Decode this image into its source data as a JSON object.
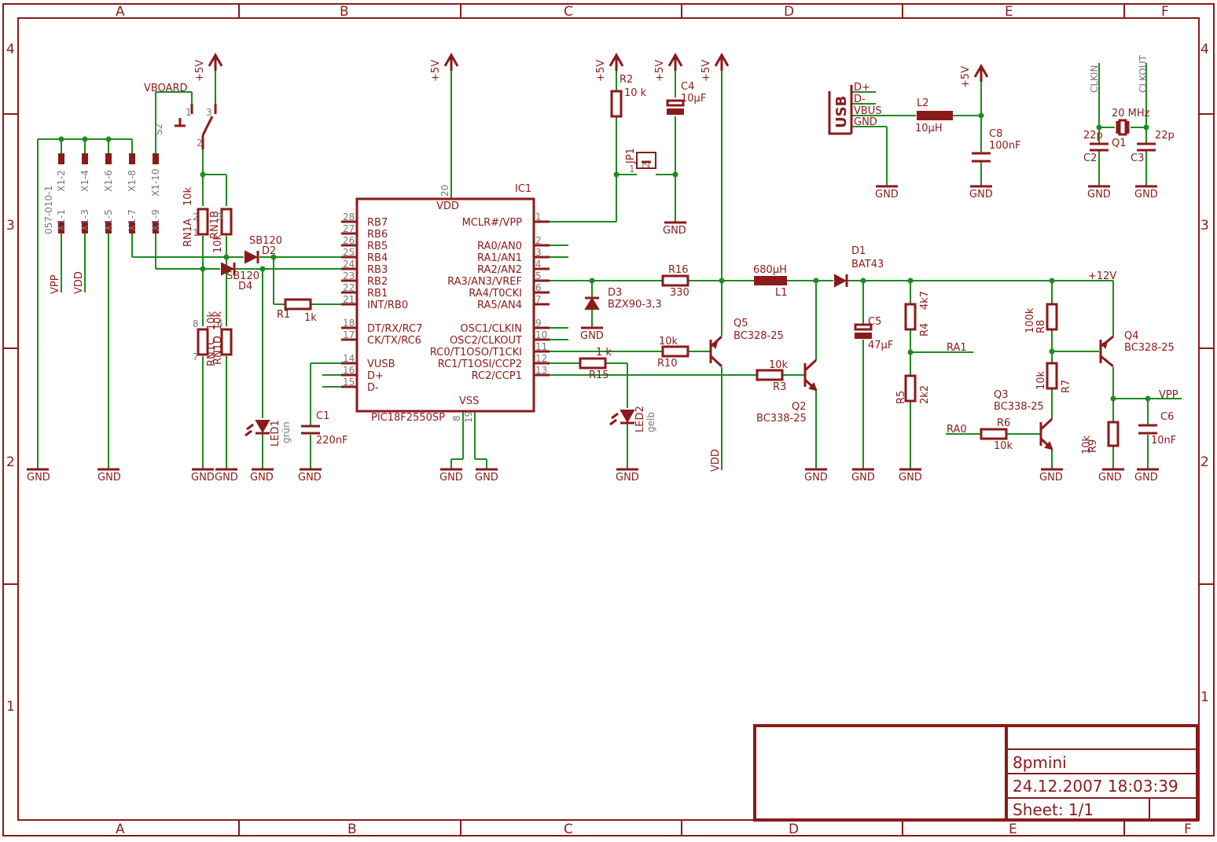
{
  "frame": {
    "columns": [
      "A",
      "B",
      "C",
      "D",
      "E",
      "F"
    ],
    "rows": [
      "4",
      "3",
      "2",
      "1"
    ]
  },
  "title_block": {
    "name": "8pmini",
    "datetime": "24.12.2007  18:03:39",
    "sheet": "Sheet: 1/1"
  },
  "ic1": {
    "ref": "IC1",
    "part": "PIC18F2550SP",
    "vdd": "VDD",
    "vss": "VSS",
    "vdd_pin": "20",
    "vss_pins": [
      "8",
      "19"
    ],
    "left_pins": [
      {
        "num": "28",
        "name": "RB7"
      },
      {
        "num": "27",
        "name": "RB6"
      },
      {
        "num": "26",
        "name": "RB5"
      },
      {
        "num": "25",
        "name": "RB4"
      },
      {
        "num": "24",
        "name": "RB3"
      },
      {
        "num": "23",
        "name": "RB2"
      },
      {
        "num": "22",
        "name": "RB1"
      },
      {
        "num": "21",
        "name": "INT/RB0"
      },
      {
        "num": "18",
        "name": "DT/RX/RC7"
      },
      {
        "num": "17",
        "name": "CK/TX/RC6"
      },
      {
        "num": "14",
        "name": "VUSB"
      },
      {
        "num": "16",
        "name": "D+"
      },
      {
        "num": "15",
        "name": "D-"
      }
    ],
    "right_pins": [
      {
        "num": "1",
        "name": "MCLR#/VPP"
      },
      {
        "num": "2",
        "name": "RA0/AN0"
      },
      {
        "num": "3",
        "name": "RA1/AN1"
      },
      {
        "num": "4",
        "name": "RA2/AN2"
      },
      {
        "num": "5",
        "name": "RA3/AN3/VREF"
      },
      {
        "num": "6",
        "name": "RA4/T0CKI"
      },
      {
        "num": "7",
        "name": "RA5/AN4"
      },
      {
        "num": "9",
        "name": "OSC1/CLKIN"
      },
      {
        "num": "10",
        "name": "OSC2/CLKOUT"
      },
      {
        "num": "11",
        "name": "RC0/T1OSO/T1CKI"
      },
      {
        "num": "12",
        "name": "RC1/T1OSI/CCP2"
      },
      {
        "num": "13",
        "name": "RC2/CCP1"
      }
    ]
  },
  "connector": {
    "ref": "057-010-1",
    "pins": [
      "X1-2",
      "X1-4",
      "X1-6",
      "X1-8",
      "X1-10",
      "X1-1",
      "X1-3",
      "X1-5",
      "X1-7",
      "X1-9"
    ]
  },
  "supply": {
    "p5v": "+5V",
    "vdd": "VDD",
    "vpp": "VPP",
    "gnd": "GND",
    "p12v": "+12V",
    "vboard": "VBOARD"
  },
  "usb": {
    "label": "USB",
    "pins": [
      "D+",
      "D-",
      "VBUS",
      "GND"
    ]
  },
  "labels": {
    "s2": "S2",
    "s2_1": "1",
    "s2_2": "2",
    "s2_3": "3",
    "rn1a": "RN1A",
    "rn1a_val": "10k",
    "rn1b": "RN1B",
    "rn1b_val": "10k",
    "rn1c": "RN1C",
    "rn1d": "RN1D",
    "rn_val2": "10k",
    "rn_val3": "10k",
    "rn1a_p1": "1",
    "rn1a_p2": "2",
    "rn1b_p3": "3",
    "rn1b_p4": "4",
    "rn1c_p7": "7",
    "rn1c_p8": "8",
    "rn1d_p5": "5",
    "rn1d_p6": "6",
    "d2": "D2",
    "d2_part": "SB120",
    "d4": "D4",
    "d4_part": "SB120",
    "r1": "R1",
    "r1_val": "1k",
    "led1": "LED1",
    "led1_val": "grün",
    "c1": "C1",
    "c1_val": "220nF",
    "r2": "R2",
    "r2_val": "10 k",
    "c4": "C4",
    "c4_val": "10µF",
    "jp1": "JP1",
    "jp1_1": "1",
    "jp1_2": "2",
    "r16": "R16",
    "r16_val": "330",
    "d3": "D3",
    "d3_part": "BZX90-3,3",
    "l1": "L1",
    "l1_val": "680µH",
    "d1": "D1",
    "d1_part": "BAT43",
    "q5": "Q5",
    "q5_part": "BC328-25",
    "r10": "R10",
    "r10_val": "10k",
    "r3": "R3",
    "r3_val": "10k",
    "q2": "Q2",
    "q2_part": "BC338-25",
    "r15": "R15",
    "r15_val": "1 k",
    "led2": "LED2",
    "led2_val": "gelb",
    "c5": "C5",
    "c5_val": "47µF",
    "r4": "R4",
    "r4_val": "4k7",
    "r5": "R5",
    "r5_val": "2k2",
    "ra1": "RA1",
    "ra0": "RA0",
    "r6": "R6",
    "r6_val": "10k",
    "q3": "Q3",
    "q3_part": "BC338-25",
    "r8": "R8",
    "r8_val": "100k",
    "r7": "R7",
    "r7_val": "10k",
    "q4": "Q4",
    "q4_part": "BC328-25",
    "r9": "R9",
    "r9_val": "10k",
    "c6": "C6",
    "c6_val": "10nF",
    "l2": "L2",
    "l2_val": "10µH",
    "c8": "C8",
    "c8_val": "100nF",
    "clkin": "CLKIN",
    "clkout": "CLKOUT",
    "q1": "Q1",
    "q1_val": "20 MHz",
    "c2": "C2",
    "c2_val": "22p",
    "c3": "C3",
    "c3_val": "22p"
  }
}
